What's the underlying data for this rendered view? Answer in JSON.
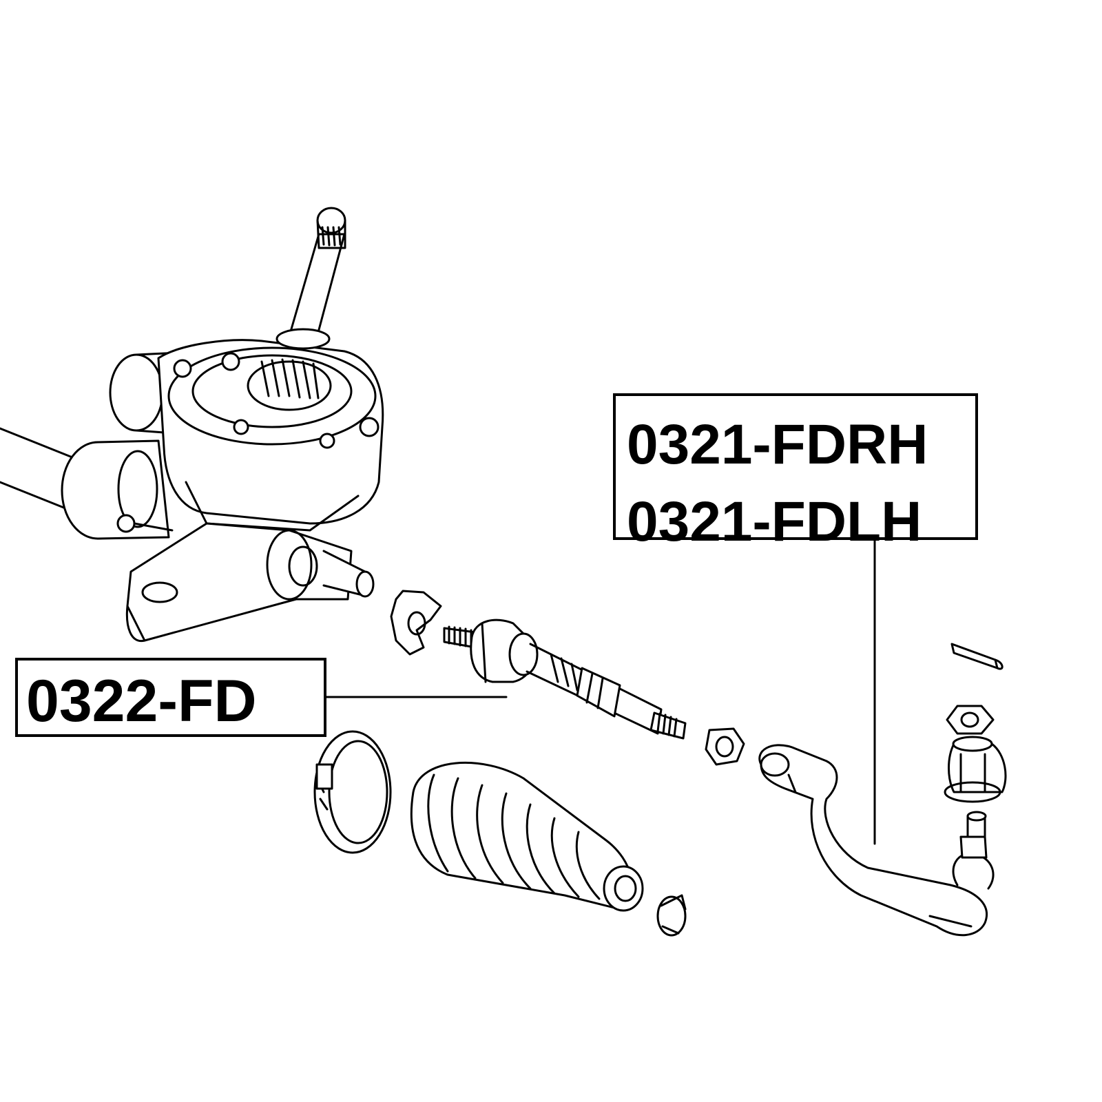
{
  "labels": {
    "tie_rod_end": {
      "line1": "0321-FDRH",
      "line2": "0321-FDLH"
    },
    "inner_tie_rod": {
      "text": "0322-FD"
    }
  },
  "colors": {
    "line": "#000000",
    "background": "#ffffff"
  }
}
